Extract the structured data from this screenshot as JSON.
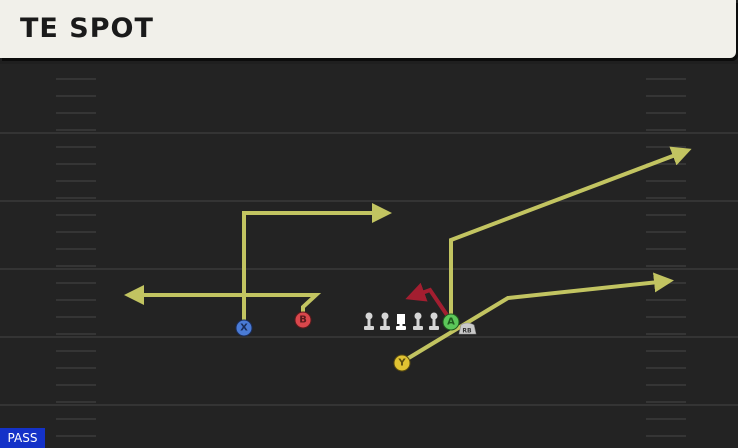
{
  "play": {
    "title": "TE SPOT",
    "badge": "PASS"
  },
  "players": [
    {
      "id": "X",
      "label": "X",
      "color": "#4a7bd6"
    },
    {
      "id": "B",
      "label": "B",
      "color": "#d9474c"
    },
    {
      "id": "A",
      "label": "A",
      "color": "#5cc75a"
    },
    {
      "id": "Y",
      "label": "Y",
      "color": "#e0c232"
    },
    {
      "id": "RB",
      "label": "RB",
      "color": "#c9c9c9"
    }
  ],
  "colors": {
    "route_primary": "#c2c461",
    "route_block": "#a31e30",
    "field": "#232323",
    "title_bar": "#f1f0ea",
    "badge": "#1432c8"
  }
}
